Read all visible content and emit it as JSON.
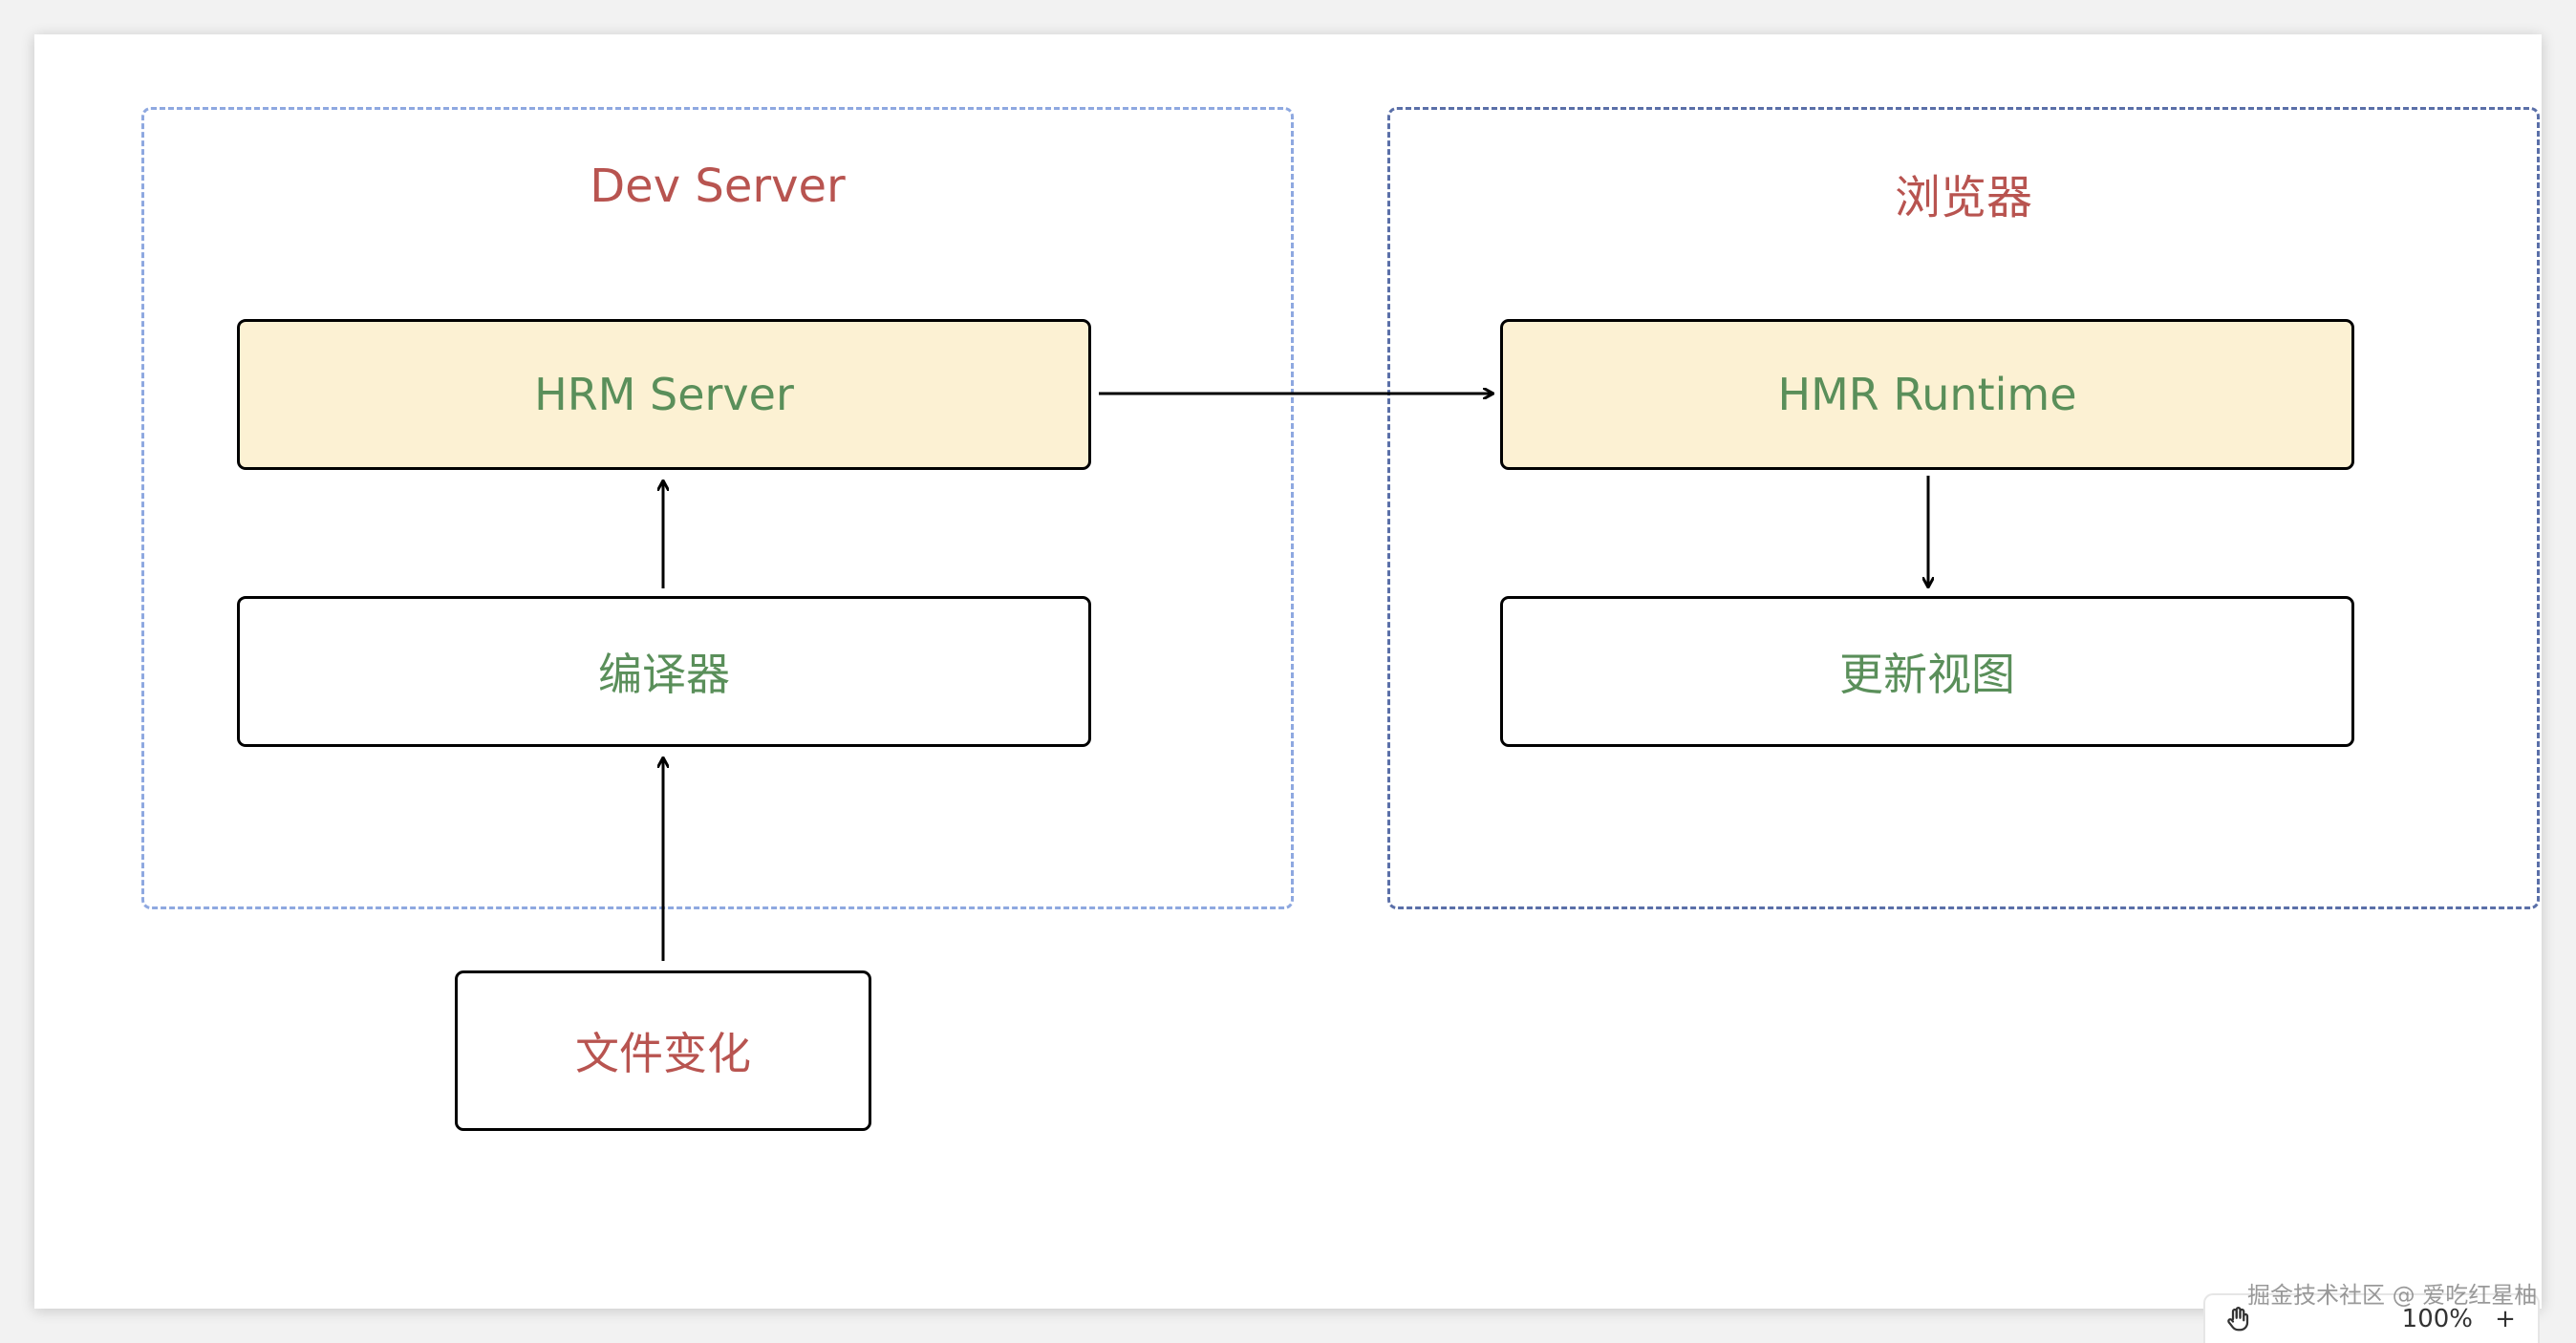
{
  "groups": {
    "dev_server": {
      "title": "Dev Server"
    },
    "browser": {
      "title": "浏览器"
    }
  },
  "nodes": {
    "hrm_server": "HRM Server",
    "compiler": "编译器",
    "file_change": "文件变化",
    "hmr_runtime": "HMR Runtime",
    "update_view": "更新视图"
  },
  "toolbar": {
    "zoom": "100%",
    "hand_icon": "hand-icon",
    "plus_label": "+"
  },
  "watermark": "掘金技术社区 @ 爱吃红星柚",
  "colors": {
    "title_red": "#b85450",
    "node_text_green": "#5a8f5a",
    "highlight_fill": "#fcf1d3",
    "dev_border": "#8ea8e0",
    "browser_border": "#5a6fa8"
  }
}
